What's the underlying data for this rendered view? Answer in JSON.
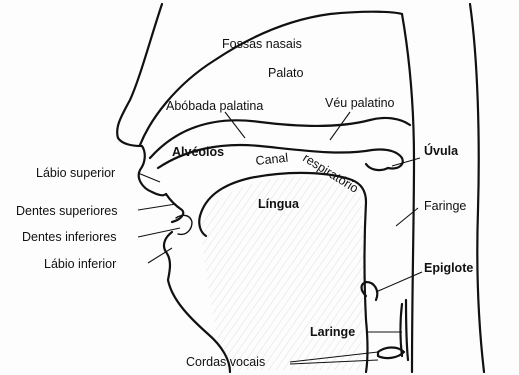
{
  "labels": {
    "fossas_nasais": "Fossas nasais",
    "palato": "Palato",
    "abobada_palatina": "Abóbada palatina",
    "veu_palatino": "Véu palatino",
    "alveolos": "Alvéolos",
    "canal": "Canal",
    "respiratorio": "respiratório",
    "uvula": "Úvula",
    "labio_superior": "Lábio superior",
    "lingua": "Língua",
    "faringe": "Faringe",
    "dentes_superiores": "Dentes superiores",
    "dentes_inferiores": "Dentes inferiores",
    "labio_inferior": "Lábio inferior",
    "epiglote": "Epiglote",
    "laringe": "Laringe",
    "cordas_vocais": "Cordas vocais"
  }
}
